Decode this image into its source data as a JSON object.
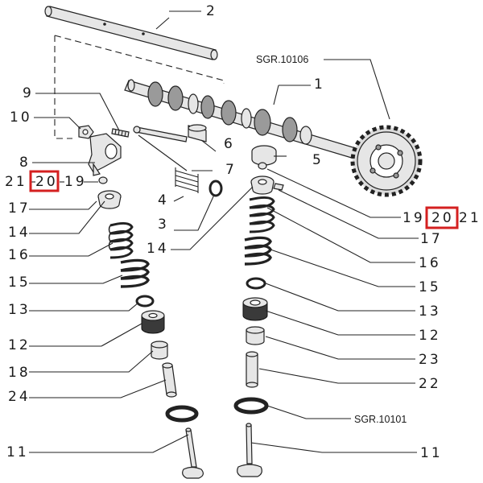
{
  "diagram": {
    "callouts": {
      "c1": "1",
      "c2": "2",
      "c3": "3",
      "c4": "4",
      "c5": "5",
      "c6": "6",
      "c7": "7",
      "c8": "8",
      "c9": "9",
      "c10": "10",
      "left_21": "21",
      "left_20": "20",
      "left_19": "19",
      "left_17": "17",
      "left_14": "14",
      "left_16": "16",
      "left_15": "15",
      "left_13": "13",
      "left_12": "12",
      "left_18": "18",
      "left_24": "24",
      "left_11": "11",
      "mid_14": "14",
      "right_19": "19",
      "right_20": "20",
      "right_21": "21",
      "right_17": "17",
      "right_16": "16",
      "right_15": "15",
      "right_13": "13",
      "right_12": "12",
      "right_23": "23",
      "right_22": "22",
      "right_11": "11"
    },
    "references": {
      "sgr_top": "SGR.10106",
      "sgr_bottom": "SGR.10101"
    },
    "highlight_color": "#d42020"
  }
}
